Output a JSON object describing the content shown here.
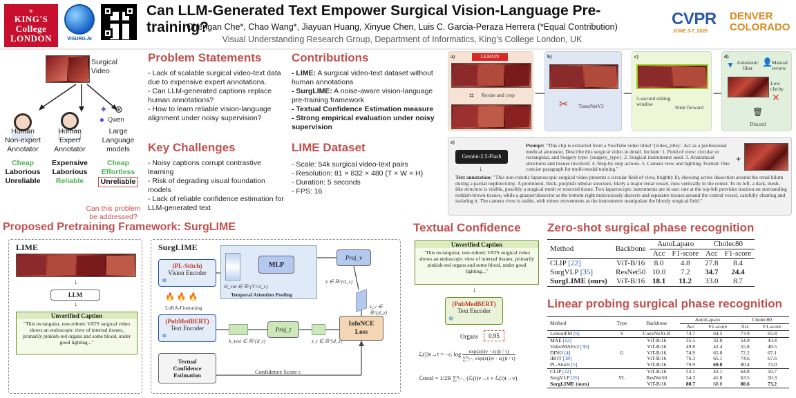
{
  "header": {
    "kcl_logo": {
      "line1": "KING'S",
      "line2": "College",
      "line3": "LONDON"
    },
    "visurg_logo": "VISURG.AI",
    "title": "Can LLM-Generated Text Empower Surgical Vision-Language Pre-training?",
    "authors": "Chengan Che*, Chao Wang*, Jiayuan Huang, Xinyue Chen, Luis C. Garcia-Peraza Herrera (*Equal Contribution)",
    "affiliation": "Visual Understanding Research Group, Department of Informatics, King’s College London, UK",
    "conf_name": "CVPR",
    "conf_date": "JUNE 3-7, 2026",
    "conf_city_1": "DENVER",
    "conf_city_2": "COLORADO"
  },
  "left_panel": {
    "video_label_1": "Surgical",
    "video_label_2": "Video",
    "columns": [
      {
        "l1": "Human",
        "l2": "Non-expert",
        "l3": "Annotator",
        "tag1": "Cheap",
        "tag2": "Laborious",
        "tag3": "Unreliable"
      },
      {
        "l1": "Human",
        "l2": "Expert",
        "l3": "Annotator",
        "tag1": "Expensive",
        "tag2": "Laborious",
        "tag3": "Reliable"
      },
      {
        "l1": "Large",
        "l2": "Language",
        "l3": "models",
        "tag1": "Cheap",
        "tag2": "Effortless",
        "tag3": "Unreliable"
      }
    ],
    "qwen": "Qwen",
    "question": "Can this problem be addressed?"
  },
  "problem": {
    "title": "Problem Statements",
    "items": [
      "- Lack of scalable surgical video-text data due to expensive expert annotations.",
      "- Can LLM-generated captions replace human annotations?",
      "- How to learn reliable vision-language alignment under noisy supervision?"
    ]
  },
  "challenges": {
    "title": "Key Challenges",
    "items": [
      "- Noisy captions corrupt contrastive learning",
      "- Risk of degrading visual foundation models",
      "- Lack of reliable confidence estimation for LLM-generated text"
    ]
  },
  "contributions": {
    "title": "Contributions",
    "items": [
      {
        "bold": "- LIME:",
        "rest": " A surgical video-text dataset without human annotations"
      },
      {
        "bold": "- SurgLIME:",
        "rest": " A noise-aware vision-language pre-training framework"
      },
      {
        "bold": "- Textual Confidence Estimation measure",
        "rest": ""
      },
      {
        "bold": "- Strong empirical evaluation under noisy supervision",
        "rest": ""
      }
    ]
  },
  "dataset": {
    "title": "LIME Dataset",
    "items": [
      "- Scale: 54k surgical video-text pairs",
      "- Resolution: 81 × 832 × 480 (T × W × H)",
      "- Duration: 5 seconds",
      "- FPS: 16"
    ]
  },
  "pipeline": {
    "a": "a)",
    "lemon": "LEMON",
    "resize": "Resize and crop",
    "b": "b)",
    "transnet": "TransNetV2",
    "c": "c)",
    "window": "5-second sliding window",
    "slide": "Slide forward",
    "d": "d)",
    "auto": "Automatic filter",
    "manual": "Manual review",
    "low": "Low clarity",
    "discard": "Discard",
    "e": "e)",
    "gemini": "Gemini-2.5-Flash",
    "prompt_label": "Prompt:",
    "prompt": "\"This clip is extracted from a YouTube video titled '{video_title}'. Act as a professional medical annotator. Describe this surgical video in detail. Include: 1. Field of view: circular or rectangular, and Surgery type: {surgery_type}. 2. Surgical instruments used. 3. Anatomical structures and tissues involved. 4. Step-by-step actions. 5. Camera view and lighting. Format: One concise paragraph for multi-modal training.\"",
    "annot_label": "Text annotation:",
    "annot": "\"This non-robotic laparoscopic surgical video presents a circular field of view, brightly lit, showing active dissection around the renal hilum during a partial nephrectomy. A prominent, thick, purplish tubular structure, likely a major renal vessel, runs vertically in the center. To its left, a dark, mesh-like structure is visible, possibly a surgical mesh or resected tissue. Two laparoscopic instruments are in use: one at the top-left provides traction on surrounding reddish-brown tissues, while a grasper/dissector at the bottom-right meticulously dissects and separates tissues around the central vessel, carefully clearing and isolating it. The camera view is stable, with minor movements as the instruments manipulate the bloody surgical field.\""
  },
  "framework": {
    "title": "Proposed Pretraining Framework: SurgLIME",
    "lime": "LIME",
    "surglime": "SurgLIME",
    "llm": "LLM",
    "unverified": "Unverified Caption",
    "caption": "\"This rectangular, non-robotic VATS surgical video shows an endoscopic view of internal tissues, primarily pinkish-red organs and some blood, under good lighting...\"",
    "pl_stitch": "(PL-Stitch)",
    "vision_enc": "Vision Encoder",
    "lora": "LoRA-Finetuning",
    "pubmed": "(PubMedBERT)",
    "text_enc": "Text Encoder",
    "conf_est_1": "Textual",
    "conf_est_2": "Confidence",
    "conf_est_3": "Estimation",
    "h_vid": "H_vid ∈ ℝ^{T×d_v}",
    "mlp": "MLP",
    "tap": "Temporal Attention Pooling",
    "v_bar": "v̄ ∈ ℝ^{d_v}",
    "proj_v": "Proj_v",
    "z_v": "z_v ∈ ℝ^{d_z}",
    "h_text": "h_text ∈ ℝ^{d_t}",
    "proj_t": "Proj_t",
    "z_t": "z_t ∈ ℝ^{d_z}",
    "infonce_1": "InfoNCE",
    "infonce_2": "Loss",
    "conf_score": "Confidence Score c"
  },
  "textual_conf": {
    "title": "Textual Confidence",
    "unverified": "Unverified Caption",
    "caption": "\"This rectangular, non-robotic VATS surgical video shows an endoscopic view of internal tissues, primarily pinkish-red organs and some blood, under good lighting...\"",
    "pubmed": "(PubMedBERT)",
    "text_enc": "Text Encoder",
    "organs": "Organs",
    "score": "0.95",
    "eq1_lhs": "ℒ(i)v→t = −cᵢ log",
    "eq1_num": "exp(z(i)v · z(i)t / τ)",
    "eq1_den": "∑ᴮⱼ₌₁ exp(z(i)v · z(j)t / τ)",
    "eq2": "ℒtotal = 1/2B ∑ᴮᵢ₌₁ (ℒ(i)v→t + ℒ(i)t→v)"
  },
  "zeroshot": {
    "title": "Zero-shot surgical phase recognition",
    "headers": [
      "Method",
      "Backbone",
      "AutoLaparo",
      "Cholec80"
    ],
    "sub": [
      "Acc",
      "F1-score",
      "Acc",
      "F1-score"
    ],
    "rows": [
      {
        "method": "CLIP [22]",
        "backbone": "ViT-B/16",
        "v": [
          "8.0",
          "4.8",
          "27.8",
          "8.4"
        ]
      },
      {
        "method": "SurgVLP [35]",
        "backbone": "ResNet50",
        "v": [
          "10.0",
          "7.2",
          "34.7",
          "24.4"
        ]
      },
      {
        "method": "SurgLIME (ours)",
        "backbone": "ViT-B/16",
        "v": [
          "18.1",
          "11.2",
          "33.0",
          "8.7"
        ]
      }
    ]
  },
  "linear": {
    "title": "Linear probing surgical phase recognition",
    "headers": [
      "Method",
      "Type",
      "Backbone",
      "AutoLaparo",
      "Cholec80"
    ],
    "sub": [
      "Acc",
      "F1-score",
      "Acc",
      "F1-score"
    ],
    "rows": [
      {
        "method": "LemonFM [6]",
        "type": "S",
        "backbone": "ConvNeXt-B",
        "v": [
          "74.7",
          "64.5",
          "73.9",
          "65.8"
        ]
      },
      {
        "method": "MAE [12]",
        "type": "",
        "backbone": "ViT-B/16",
        "v": [
          "35.5",
          "32.0",
          "54.9",
          "43.4"
        ]
      },
      {
        "method": "VideoMAEv2 [30]",
        "type": "",
        "backbone": "ViT-B/16",
        "v": [
          "49.8",
          "42.4",
          "55.8",
          "48.5"
        ]
      },
      {
        "method": "DINO [4]",
        "type": "G",
        "backbone": "ViT-B/16",
        "v": [
          "74.9",
          "65.0",
          "72.2",
          "67.1"
        ]
      },
      {
        "method": "iBOT [38]",
        "type": "",
        "backbone": "ViT-B/16",
        "v": [
          "76.3",
          "65.1",
          "74.6",
          "67.6"
        ]
      },
      {
        "method": "PL-Stitch [5]",
        "type": "",
        "backbone": "ViT-B/16",
        "v": [
          "79.9",
          "69.0",
          "80.4",
          "73.0"
        ]
      },
      {
        "method": "CLIP [22]",
        "type": "",
        "backbone": "ViT-B/16",
        "v": [
          "53.1",
          "42.1",
          "64.8",
          "50.7"
        ]
      },
      {
        "method": "SurgVLP [35]",
        "type": "VL",
        "backbone": "ResNet50",
        "v": [
          "54.3",
          "41.8",
          "63.5",
          "50.3"
        ]
      },
      {
        "method": "SurgLIME (ours)",
        "type": "",
        "backbone": "ViT-B/16",
        "v": [
          "80.7",
          "68.8",
          "80.6",
          "73.2"
        ]
      }
    ]
  }
}
